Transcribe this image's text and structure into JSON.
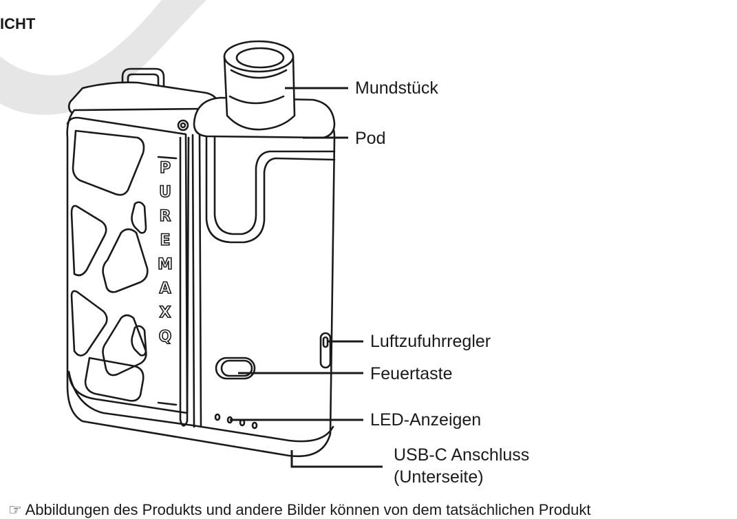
{
  "heading": "ICHT",
  "brand_letters": [
    "P",
    "U",
    "R",
    "E",
    "M",
    "A",
    "X",
    "Q"
  ],
  "labels": {
    "mouthpiece": "Mundstück",
    "pod": "Pod",
    "airflow": "Luftzufuhrregler",
    "fire_button": "Feuertaste",
    "led": "LED-Anzeigen",
    "usb_line1": "USB-C Anschluss",
    "usb_line2": "(Unterseite)"
  },
  "footnote": "Abbildungen des Produkts und andere Bilder können von dem tatsächlichen Produkt",
  "colors": {
    "stroke": "#1a1a1a",
    "accent": "#e6e6e6",
    "fill": "#ffffff"
  }
}
